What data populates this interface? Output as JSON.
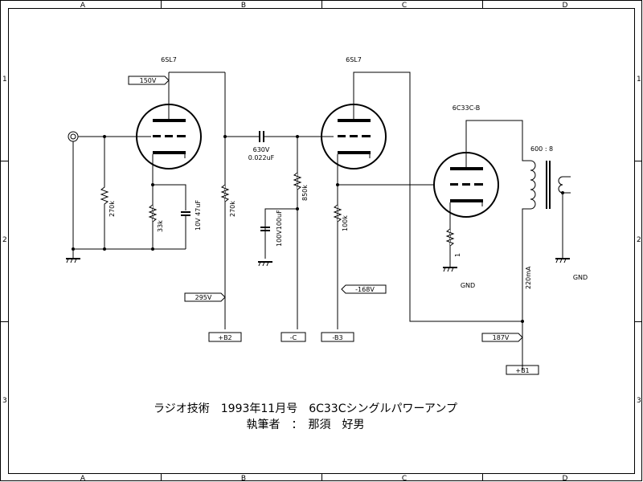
{
  "frame": {
    "columns": [
      "A",
      "B",
      "C",
      "D"
    ],
    "rows": [
      "1",
      "2",
      "3"
    ]
  },
  "tubes": {
    "v1": {
      "type": "6SL7"
    },
    "v2": {
      "type": "6SL7"
    },
    "v3": {
      "type": "6C33C-B"
    }
  },
  "components": {
    "r_grid1": "270k",
    "r_cathode1": "33k",
    "c_cathode1": "10V 47uF",
    "r_plate1": "270k",
    "c_coupling_v": "630V",
    "c_coupling_c": "0.022uF",
    "r_grid2": "850k",
    "c_decouple": "100V100uF",
    "r_cathode2": "100k",
    "r_cathode3": "1",
    "transformer": "600 : 8",
    "current": "220mA"
  },
  "voltages": {
    "v150": "150V",
    "v295": "295V",
    "vneg168": "-168V",
    "v187": "187V"
  },
  "ports": {
    "b2": "+B2",
    "c": "-C",
    "b3": "-B3",
    "b1": "+B1"
  },
  "grounds": {
    "gnd_tube": "GND",
    "gnd_out": "GND"
  },
  "title": {
    "line1": "ラジオ技術　1993年11月号　6C33Cシングルパワーアンプ",
    "line2": "執筆者　：　那須　好男"
  }
}
